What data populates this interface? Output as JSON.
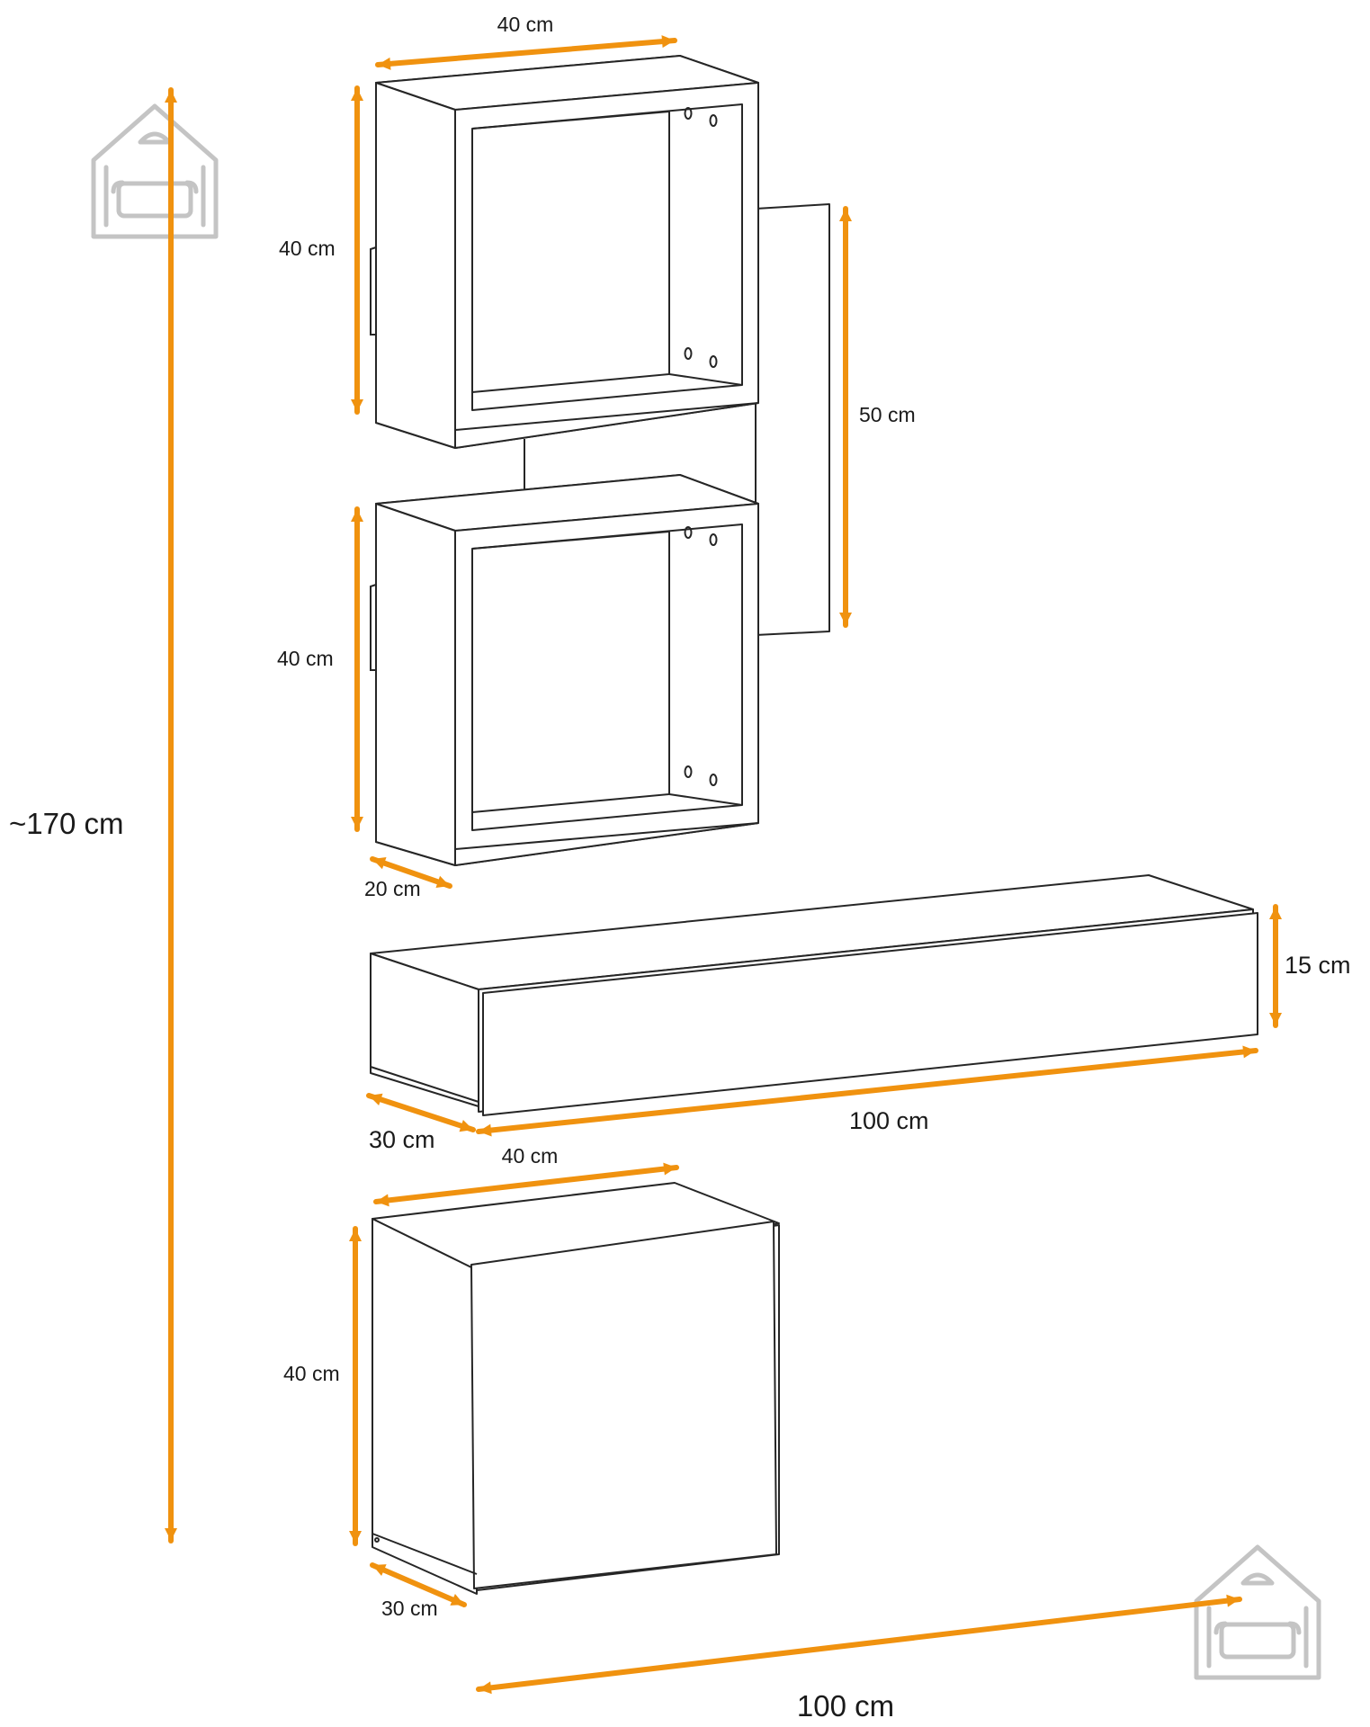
{
  "colors": {
    "dimension_line": "#f0920f",
    "outline": "#262626",
    "logo": "#c4c4c4",
    "background": "#ffffff"
  },
  "logo_icon": "house-with-sofa-icon",
  "labels": {
    "total_height": "~170 cm",
    "total_width": "100 cm",
    "cube_top_width": "40 cm",
    "cube_top_height": "40 cm",
    "cube_bottom_height": "40 cm",
    "cube_depth": "20 cm",
    "panel_height": "50 cm",
    "shelf_height": "15 cm",
    "shelf_width": "100 cm",
    "shelf_depth": "30 cm",
    "cabinet_width": "40 cm",
    "cabinet_height": "40 cm",
    "cabinet_depth": "30 cm"
  }
}
